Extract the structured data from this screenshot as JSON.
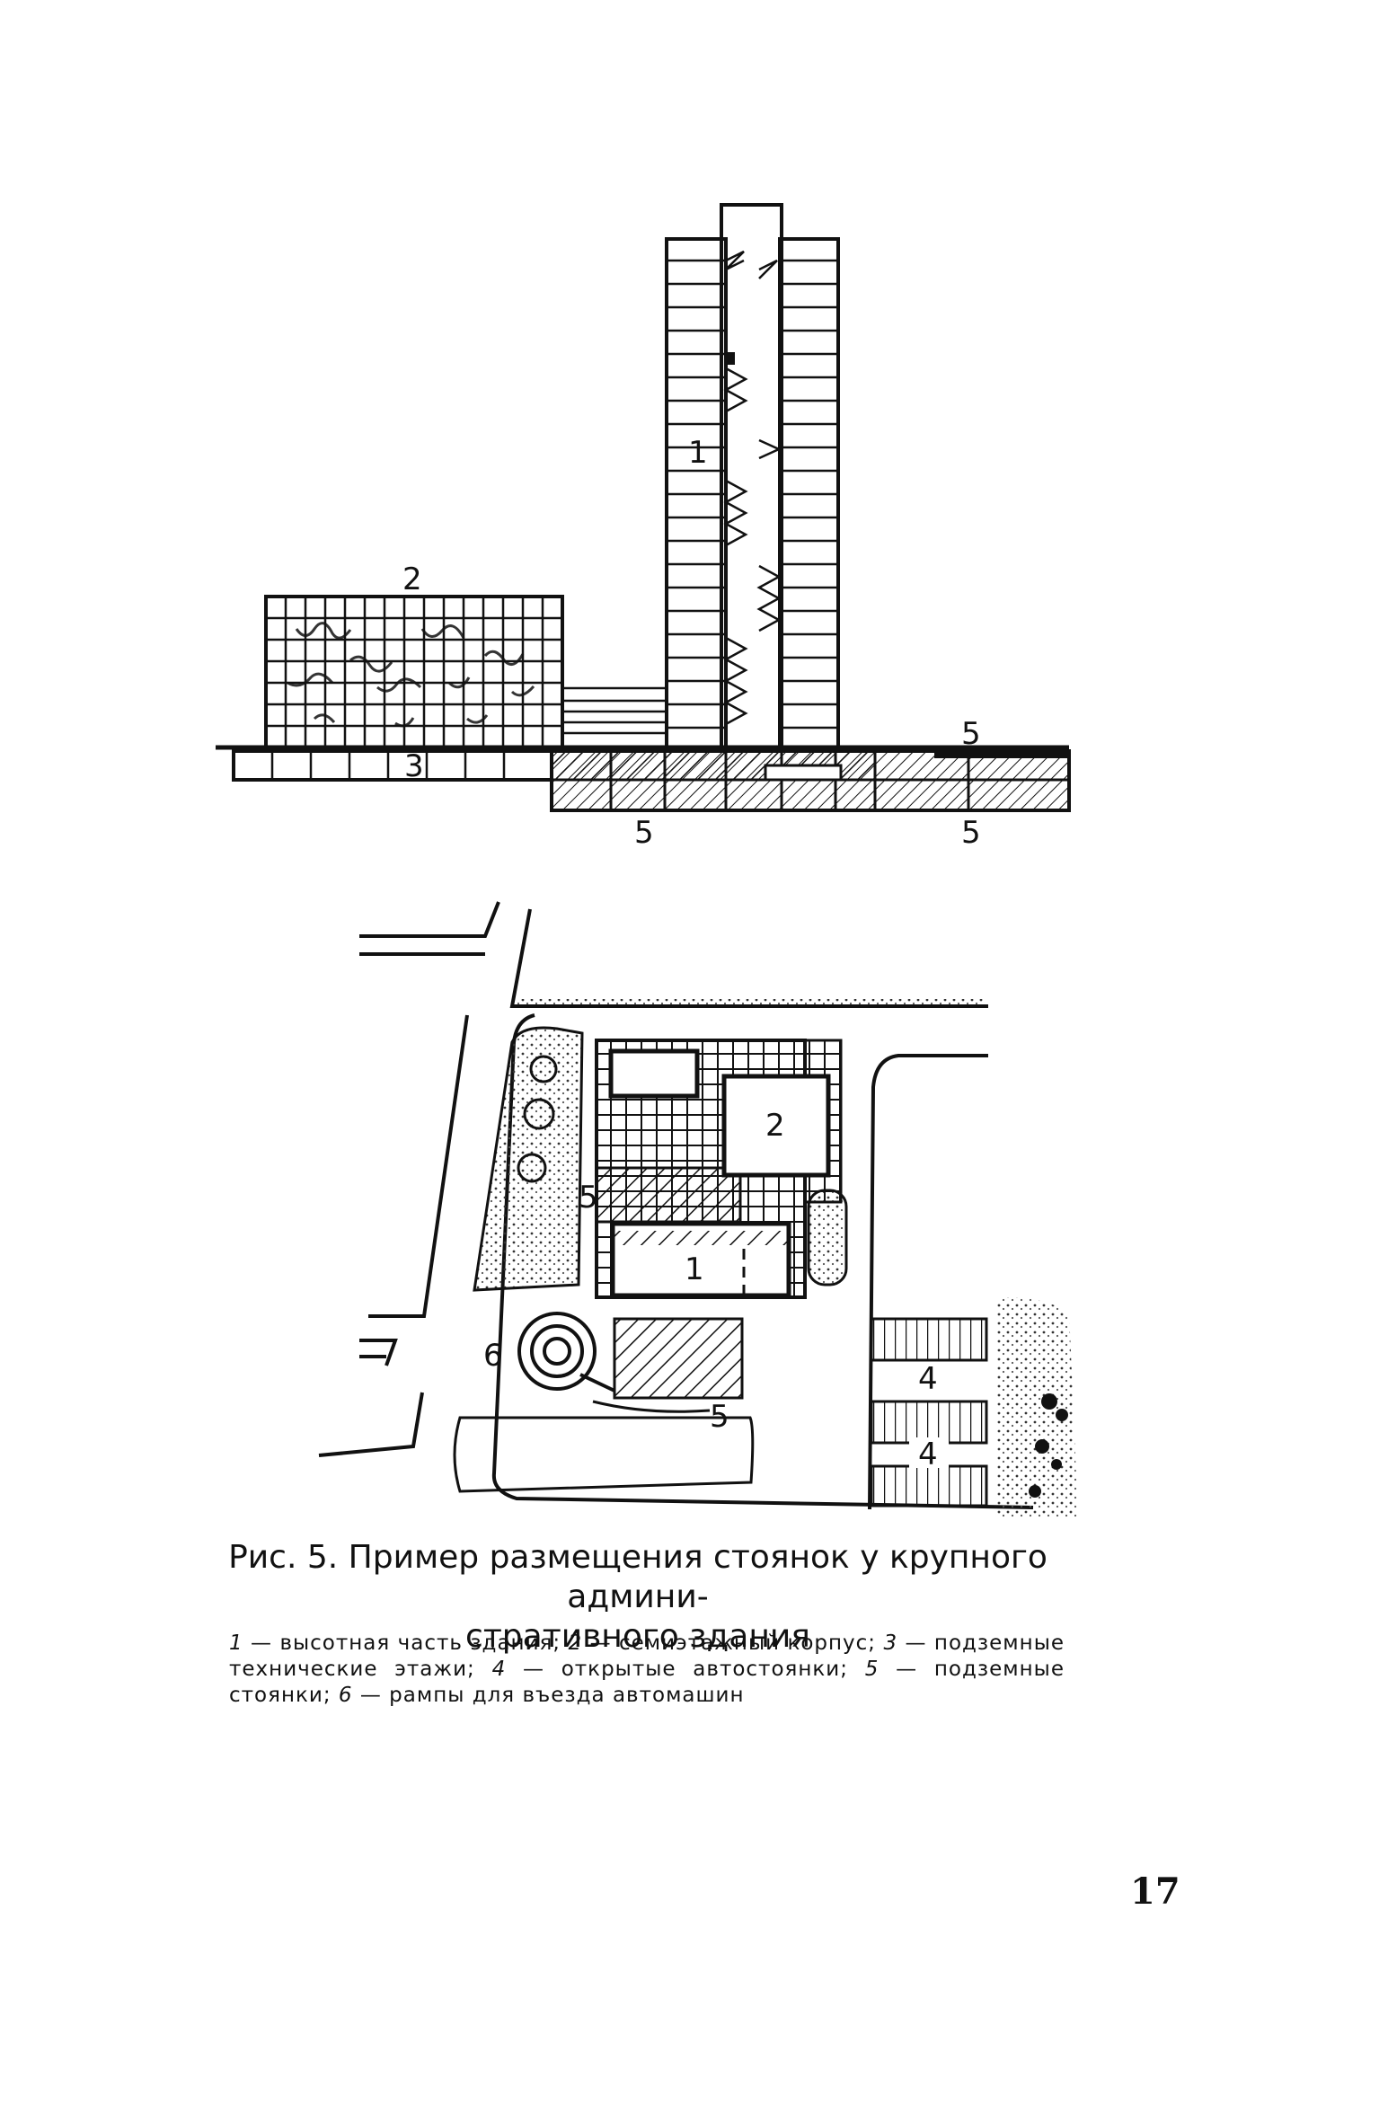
{
  "figure": {
    "elevation_labels": {
      "tower": "1",
      "block": "2",
      "technical_floors": "3",
      "parking_left": "5",
      "parking_right_top": "5",
      "parking_right_bottom": "5"
    },
    "plan_labels": {
      "tower": "1",
      "block": "2",
      "underground_parking": "5",
      "underground_parking_2": "5",
      "ramp": "6",
      "open_parking_1": "4",
      "open_parking_2": "4"
    }
  },
  "caption": {
    "title_line1": "Рис. 5. Пример размещения стоянок у крупного админи-",
    "title_line2": "стративного здания",
    "legend": [
      {
        "num": "1",
        "text": " — высотная часть здания; "
      },
      {
        "num": "2",
        "text": " — семиэтажный корпус; "
      },
      {
        "num": "3",
        "text": " — подземные технические этажи; "
      },
      {
        "num": "4",
        "text": " — открытые автостоянки; "
      },
      {
        "num": "5",
        "text": " — подземные стоянки; "
      },
      {
        "num": "6",
        "text": " — рампы для въезда автомашин"
      }
    ]
  },
  "page_number": "17"
}
